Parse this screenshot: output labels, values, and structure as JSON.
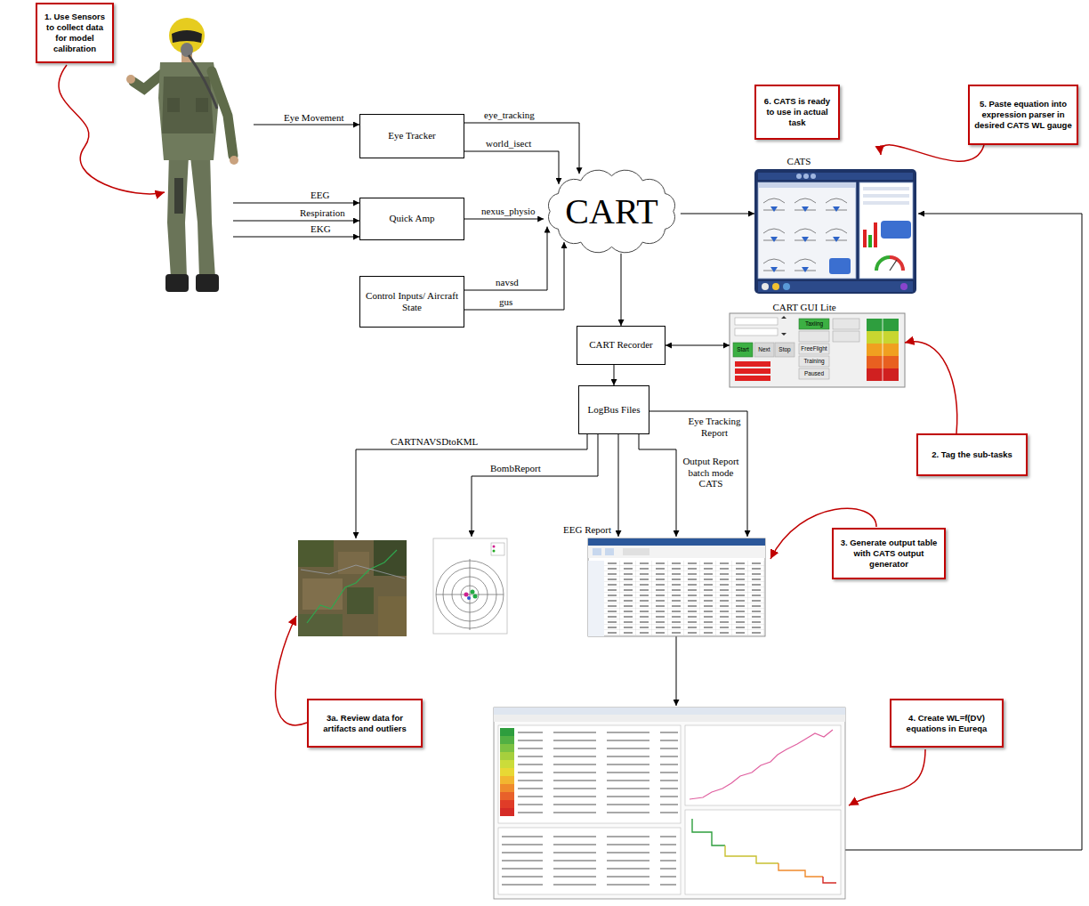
{
  "diagram": {
    "nodes": [
      {
        "text": [
          "1. Use Sensors to collect data for model calibration"
        ]
      },
      {
        "text": [
          "6. CATS is ready to use in actual task"
        ]
      },
      {
        "text": [
          "5. Paste equation into expression parser in desired CATS WL gauge"
        ]
      },
      {
        "text": [
          "Eye Tracker"
        ]
      },
      {
        "text": [
          "CART"
        ]
      },
      {
        "text": [
          "CATS"
        ]
      },
      {
        "text": [
          "Quick Amp"
        ]
      },
      {
        "text": [
          "Control Inputs/ Aircraft State"
        ]
      },
      {
        "text": [
          "CART Recorder"
        ]
      },
      {
        "text": [
          "CART GUI Lite"
        ]
      },
      {
        "text": [
          "LogBus Files"
        ]
      },
      {
        "text": [
          "2. Tag the sub-tasks"
        ]
      },
      {
        "text": [
          "3. Generate output table with CATS output generator"
        ]
      },
      {
        "text": [
          "3a. Review data for artifacts and outliers"
        ]
      },
      {
        "text": [
          "4. Create WL=f(DV) equations in Eureqa"
        ]
      }
    ],
    "edges": [
      {
        "from": 3,
        "to": 4,
        "label": "eye_tracking",
        "arrow": "to"
      },
      {
        "from": 3,
        "to": 4,
        "label": "world_isect",
        "arrow": "to"
      },
      {
        "from": 6,
        "to": 4,
        "label": "nexus_physio",
        "arrow": "to"
      },
      {
        "from": 7,
        "to": 4,
        "label": "navsd",
        "arrow": "to"
      },
      {
        "from": 7,
        "to": 4,
        "label": "gus",
        "arrow": "to"
      },
      {
        "from": 4,
        "to": 5,
        "arrow": "to"
      },
      {
        "from": 4,
        "to": 8,
        "arrow": "to"
      },
      {
        "from": 8,
        "to": 9,
        "arrow": "both"
      },
      {
        "from": 8,
        "to": 10,
        "arrow": "to"
      },
      {
        "from": 2,
        "to": 5,
        "arrow": "to"
      },
      {
        "from": 11,
        "to": 9,
        "arrow": "to"
      }
    ],
    "labels": [
      "Eye Movement",
      "EEG",
      "Respiration",
      "EKG",
      "CARTNAVSDtoKML",
      "BombReport",
      "EEG Report",
      "Output Report batch mode CATS",
      "Eye Tracking Report",
      "Start",
      "Next",
      "Stop",
      "Taxiing",
      "FreeFlight",
      "Training",
      "Paused"
    ]
  }
}
